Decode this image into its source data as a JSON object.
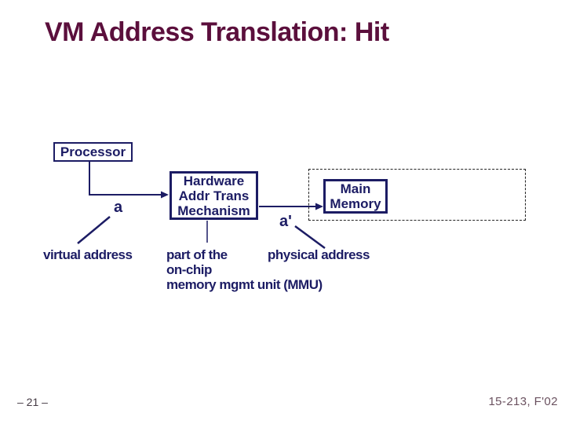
{
  "slide": {
    "title": "VM Address Translation: Hit",
    "footer_left": "– 21 –",
    "footer_right": "15-213, F'02"
  },
  "diagram": {
    "processor_label": "Processor",
    "hardware_box": {
      "line1": "Hardware",
      "line2": "Addr Trans",
      "line3": "Mechanism"
    },
    "main_memory_box": {
      "line1": "Main",
      "line2": "Memory"
    },
    "label_a": "a",
    "label_a_prime": "a'",
    "virtual_address_label": "virtual address",
    "mmu_note": {
      "line1": "part of the",
      "line2": "on-chip",
      "line3": "memory mgmt unit (MMU)"
    },
    "physical_address_label": "physical address"
  },
  "colors": {
    "title_maroon": "#5B0F3C",
    "diagram_navy": "#1C1C64",
    "dashed_border": "#222222",
    "footer_left": "#453A44",
    "footer_right": "#6B5260",
    "background": "#ffffff"
  }
}
